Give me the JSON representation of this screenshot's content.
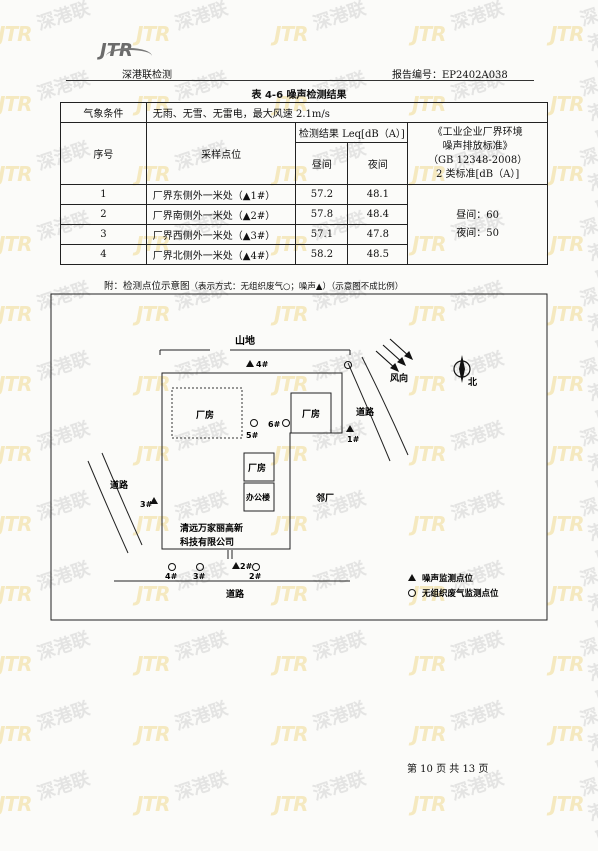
{
  "header": {
    "company": "深港联检测",
    "report_no": "报告编号：EP2402A038",
    "logo_text": "JTR"
  },
  "watermark": {
    "jtr": "JTR",
    "sgl": "深港联"
  },
  "table": {
    "title": "表 4-6  噪声检测结果",
    "weather_label": "气象条件",
    "weather_value": "无雨、无雪、无雷电，最大风速 2.1m/s",
    "col_no": "序号",
    "col_point": "采样点位",
    "col_result": "检测结果 Leq[dB（A）]",
    "col_day": "昼间",
    "col_night": "夜间",
    "standard_lines": [
      "《工业企业厂界环境",
      "噪声排放标准》",
      "（GB 12348-2008）",
      "2 类标准[dB（A）]"
    ],
    "limit_day": "昼间：60",
    "limit_night": "夜间：50",
    "rows": [
      {
        "no": "1",
        "point": "厂界东侧外一米处（▲1#）",
        "day": "57.2",
        "night": "48.1"
      },
      {
        "no": "2",
        "point": "厂界南侧外一米处（▲2#）",
        "day": "57.8",
        "night": "48.4"
      },
      {
        "no": "3",
        "point": "厂界西侧外一米处（▲3#）",
        "day": "57.1",
        "night": "47.8"
      },
      {
        "no": "4",
        "point": "厂界北侧外一米处（▲4#）",
        "day": "58.2",
        "night": "48.5"
      }
    ]
  },
  "note": {
    "main": "附：检测点位示意图",
    "sub": "（表示方式：无组织废气○；噪声▲）（示意图不成比例）"
  },
  "map": {
    "mountain": "山地",
    "wind": "风向",
    "north": "北",
    "road_east": "道路",
    "road_west": "道路",
    "road_south": "道路",
    "factory_a": "厂房",
    "factory_b": "厂房",
    "factory_c": "厂房",
    "office": "办公楼",
    "neighbor": "邻厂",
    "company_line1": "清远万家丽高新",
    "company_line2": "科技有限公司",
    "n1": "1#",
    "n2": "2#",
    "n3": "3#",
    "n4": "4#",
    "g2": "2#",
    "g3": "3#",
    "g4": "4#",
    "g5": "5#",
    "g6": "6#",
    "legend_noise": "噪声监测点位",
    "legend_gas": "无组织废气监测点位"
  },
  "footer": {
    "page": "第 10 页    共 13 页"
  }
}
